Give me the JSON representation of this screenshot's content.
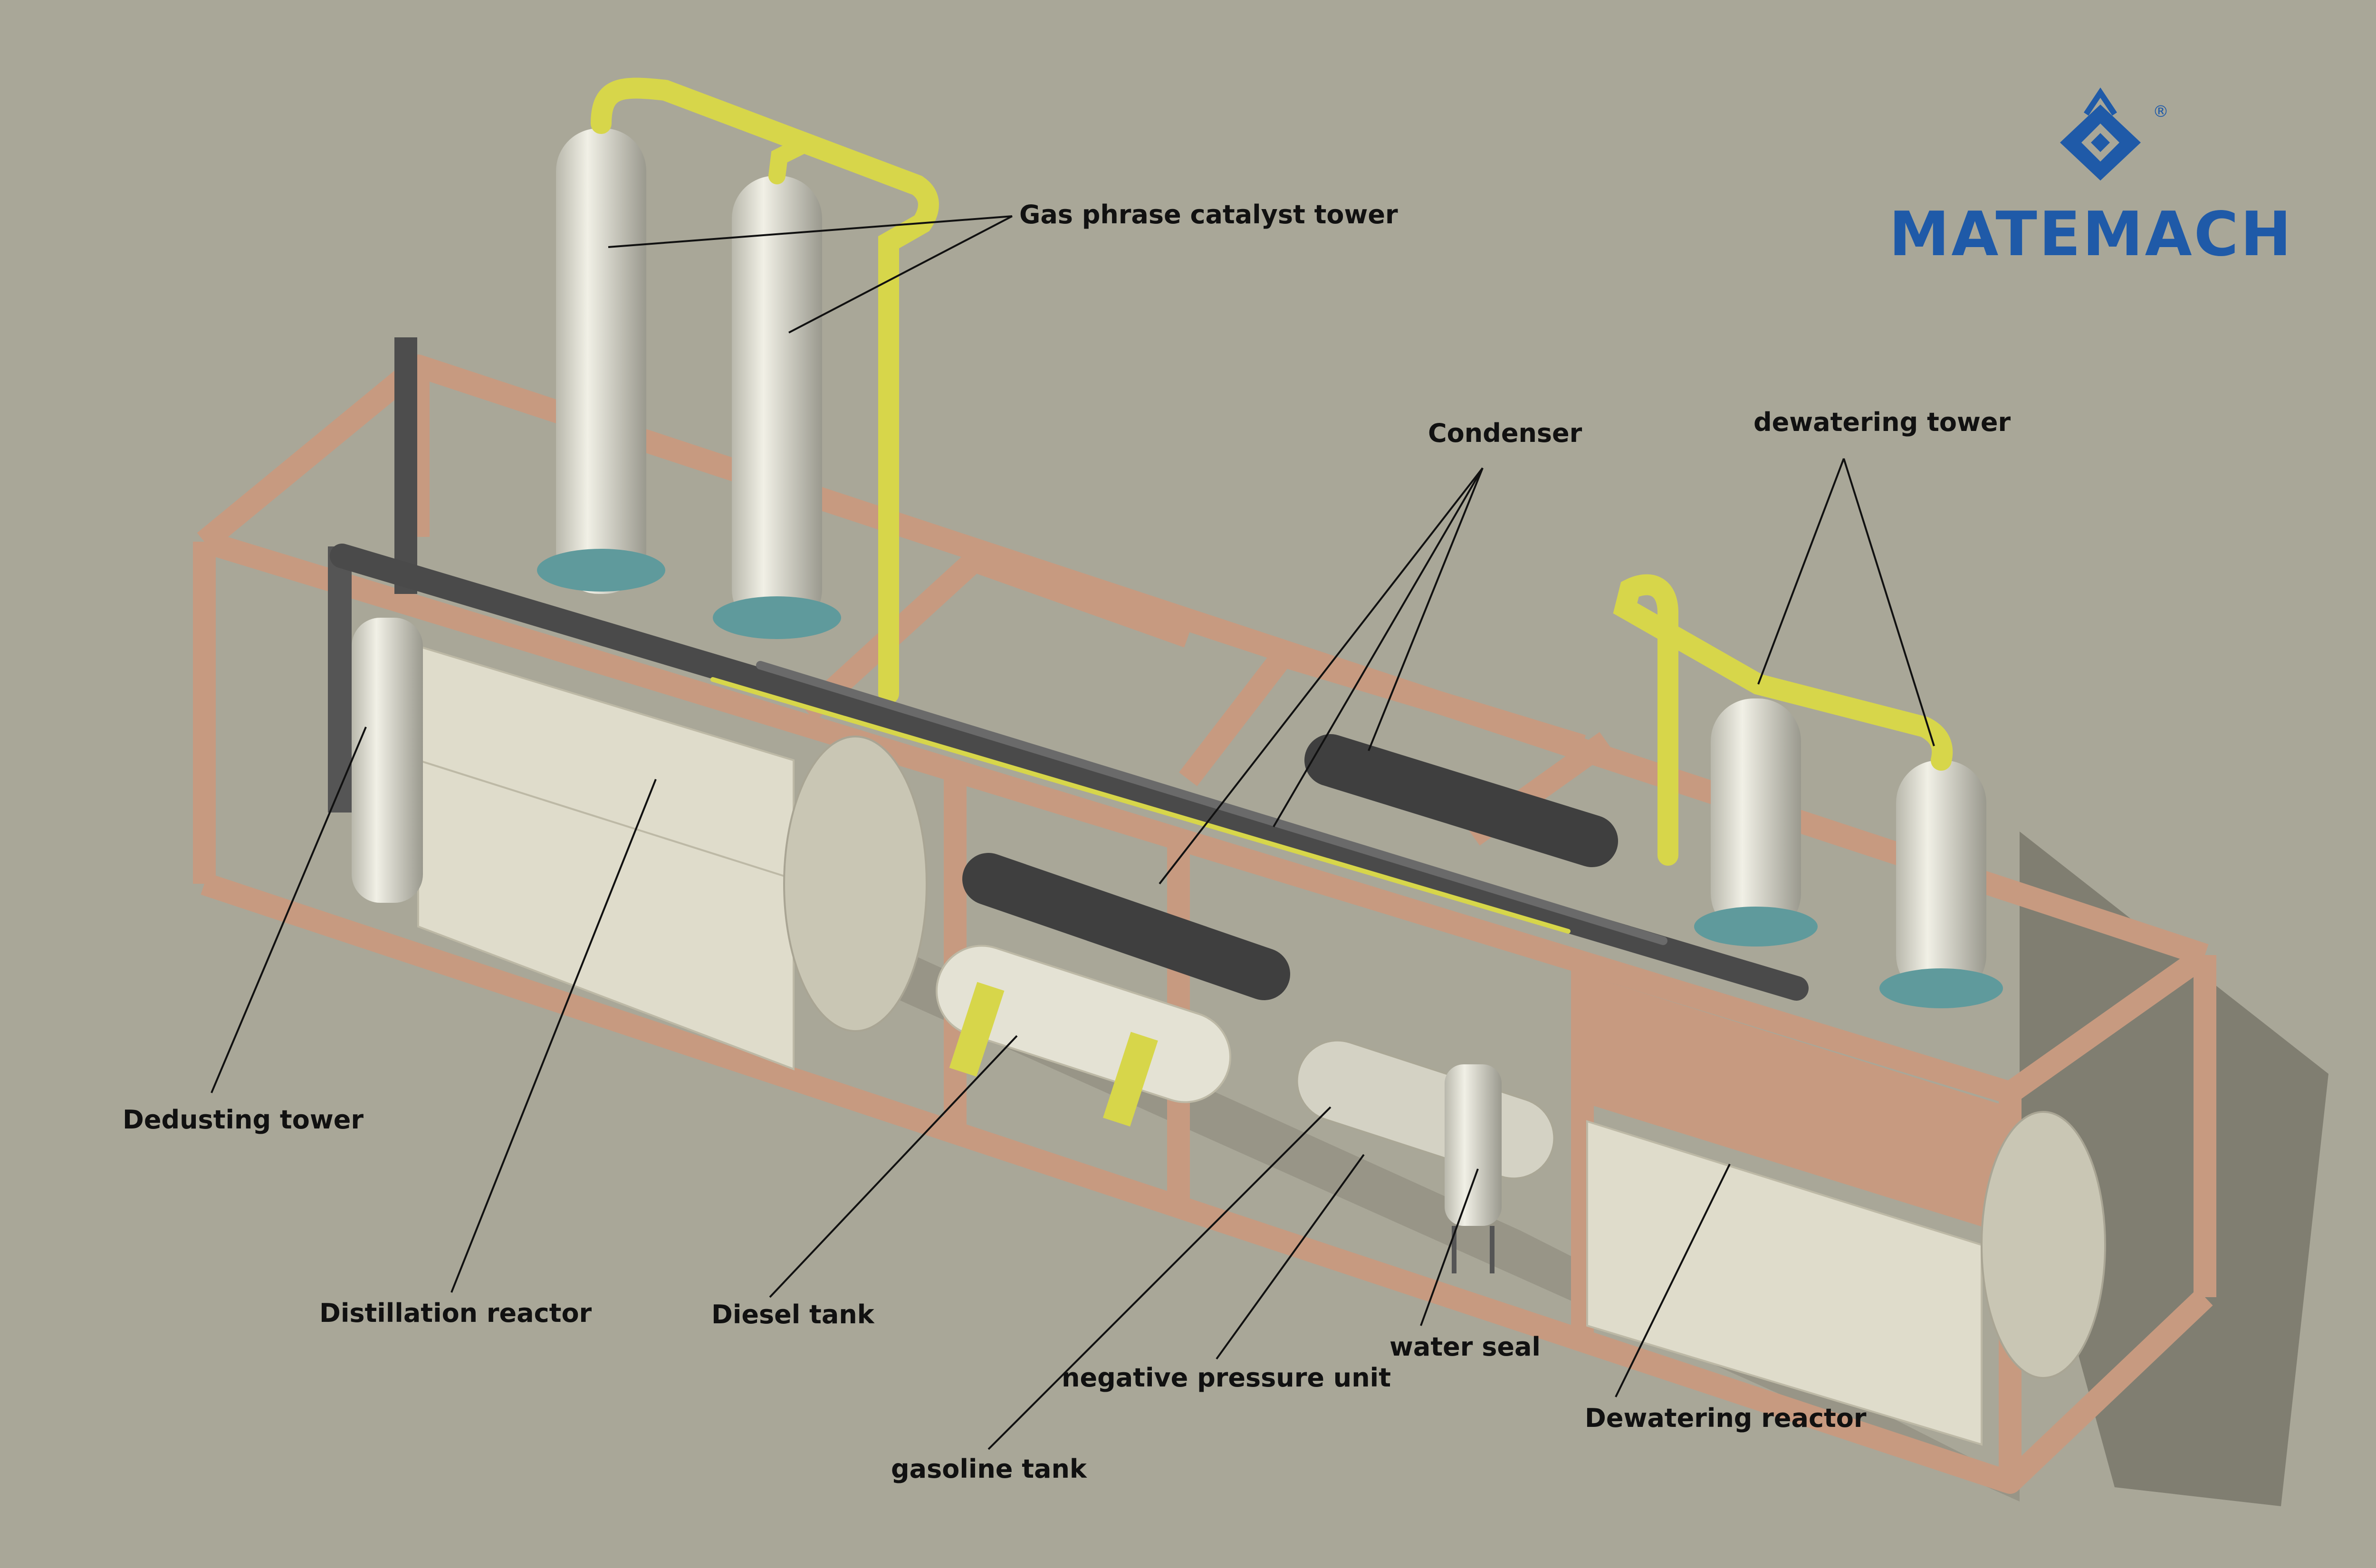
{
  "brand": {
    "name": "MATEMACH",
    "registered_mark": "®",
    "logo_icon": "phoenix-diamond-logo",
    "color": "#1f5aa8"
  },
  "colors": {
    "background": "#a9a798",
    "frame": "#c79a80",
    "tower": "#d9d8cc",
    "pipe_yellow": "#d7d64a",
    "pipe_dark": "#5c5c5c",
    "flange": "#5f9a9c",
    "leader_line": "#111111"
  },
  "labels": {
    "gas_catalyst_tower": "Gas phrase catalyst tower",
    "condenser": "Condenser",
    "dewatering_tower": "dewatering tower",
    "dedusting_tower": "Dedusting tower",
    "distillation_reactor": "Distillation reactor",
    "diesel_tank": "Diesel tank",
    "negative_pressure_unit": "negative pressure unit",
    "water_seal": "water seal",
    "dewatering_reactor": "Dewatering  reactor",
    "gasoline_tank": "gasoline tank"
  }
}
